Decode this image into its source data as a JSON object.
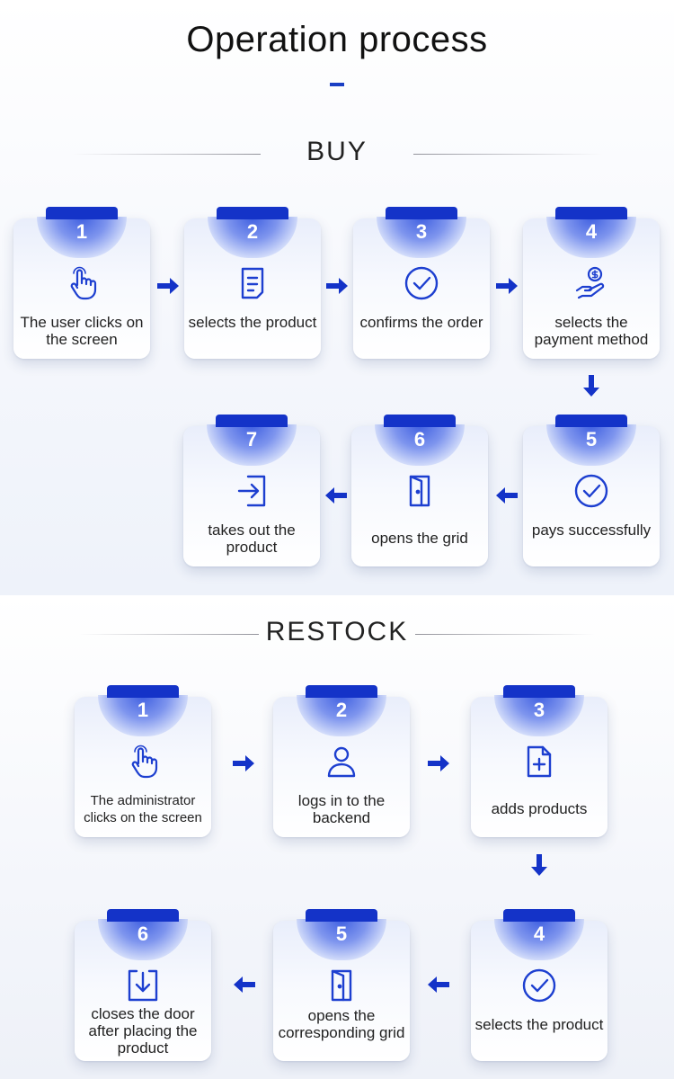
{
  "title": "Operation process",
  "sections": {
    "buy": {
      "label": "BUY",
      "steps": [
        {
          "num": "1",
          "label": "The user clicks on the screen",
          "icon": "hand-pointer-icon"
        },
        {
          "num": "2",
          "label": "selects the product",
          "icon": "document-icon"
        },
        {
          "num": "3",
          "label": "confirms the order",
          "icon": "check-circle-icon"
        },
        {
          "num": "4",
          "label": "selects the payment method",
          "icon": "hand-coin-icon"
        },
        {
          "num": "5",
          "label": "pays successfully",
          "icon": "check-circle-icon"
        },
        {
          "num": "6",
          "label": "opens the grid",
          "icon": "door-open-icon"
        },
        {
          "num": "7",
          "label": "takes out the product",
          "icon": "exit-icon"
        }
      ]
    },
    "restock": {
      "label": "RESTOCK",
      "steps": [
        {
          "num": "1",
          "label": "The administrator clicks on the screen",
          "icon": "hand-pointer-icon"
        },
        {
          "num": "2",
          "label": "logs in to the backend",
          "icon": "user-icon"
        },
        {
          "num": "3",
          "label": "adds products",
          "icon": "file-plus-icon"
        },
        {
          "num": "4",
          "label": "selects the product",
          "icon": "check-circle-icon"
        },
        {
          "num": "5",
          "label": "opens the corresponding grid",
          "icon": "door-open-icon"
        },
        {
          "num": "6",
          "label": "closes the door after placing the product",
          "icon": "download-box-icon"
        }
      ]
    }
  },
  "colors": {
    "accent": "#1433c8",
    "icon": "#1d3fd0"
  }
}
